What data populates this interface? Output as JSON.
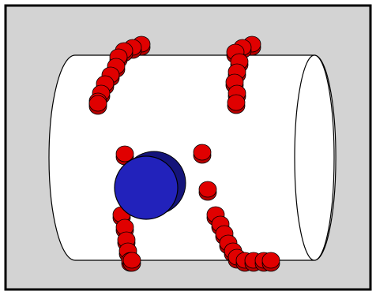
{
  "colors": {
    "frame_bg": "#d3d3d3",
    "frame_border": "#000000",
    "cylinder_fill": "#ffffff",
    "outline": "#000000",
    "red_particle": "#e00000",
    "red_particle_shade": "#b80000",
    "blue_sphere": "#2222bb",
    "blue_sphere_shade": "#14147a"
  },
  "objects": {
    "cylinder": "cylinder-tube",
    "small_particles": {
      "color": "red",
      "count": 40
    },
    "large_sphere": {
      "color": "blue",
      "count": 1
    }
  }
}
